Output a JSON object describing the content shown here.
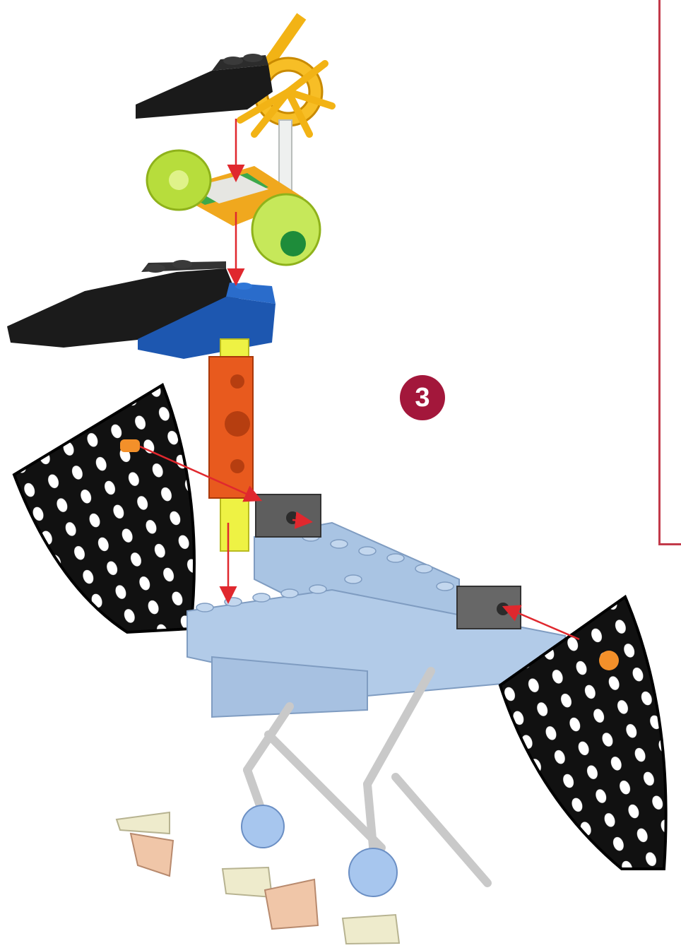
{
  "page": {
    "step_number": "3",
    "accent_color": "#a3173b",
    "frame_color": "#c23a4a"
  },
  "model": {
    "subject": "bird-model",
    "parts": [
      "yellow-connector",
      "black-beak-piece",
      "green-wheels",
      "black-wedge-head",
      "blue-head-brick",
      "orange-neck-rod",
      "yellow-neck-rod",
      "left-black-wing",
      "right-black-wing",
      "grey-connector-bricks",
      "light-blue-body-bricks",
      "grey-legs",
      "blue-joints",
      "feet"
    ]
  }
}
